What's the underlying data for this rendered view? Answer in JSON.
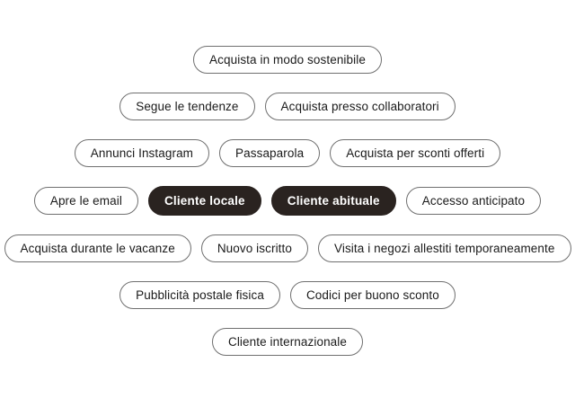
{
  "page": {
    "background_color": "#ffffff",
    "layout": "centered-tag-cloud",
    "chip_colors": {
      "unselected_background": "#ffffff",
      "unselected_border": "#6f6f6f",
      "unselected_text": "#1a1a1a",
      "selected_background": "#2a2320",
      "selected_text": "#ffffff"
    }
  },
  "tag_cloud": {
    "rows": [
      {
        "chips": [
          {
            "label": "Acquista in modo sostenibile",
            "selected": false
          }
        ]
      },
      {
        "chips": [
          {
            "label": "Segue le tendenze",
            "selected": false
          },
          {
            "label": "Acquista presso collaboratori",
            "selected": false
          }
        ]
      },
      {
        "chips": [
          {
            "label": "Annunci Instagram",
            "selected": false
          },
          {
            "label": "Passaparola",
            "selected": false
          },
          {
            "label": "Acquista per sconti offerti",
            "selected": false
          }
        ]
      },
      {
        "chips": [
          {
            "label": "Apre le email",
            "selected": false
          },
          {
            "label": "Cliente locale",
            "selected": true
          },
          {
            "label": "Cliente abituale",
            "selected": true
          },
          {
            "label": "Accesso anticipato",
            "selected": false
          }
        ]
      },
      {
        "chips": [
          {
            "label": "Acquista durante le vacanze",
            "selected": false
          },
          {
            "label": "Nuovo iscritto",
            "selected": false
          },
          {
            "label": "Visita i negozi allestiti temporaneamente",
            "selected": false
          }
        ]
      },
      {
        "chips": [
          {
            "label": "Pubblicità postale fisica",
            "selected": false
          },
          {
            "label": "Codici per buono sconto",
            "selected": false
          }
        ]
      },
      {
        "chips": [
          {
            "label": "Cliente internazionale",
            "selected": false
          }
        ]
      }
    ]
  }
}
